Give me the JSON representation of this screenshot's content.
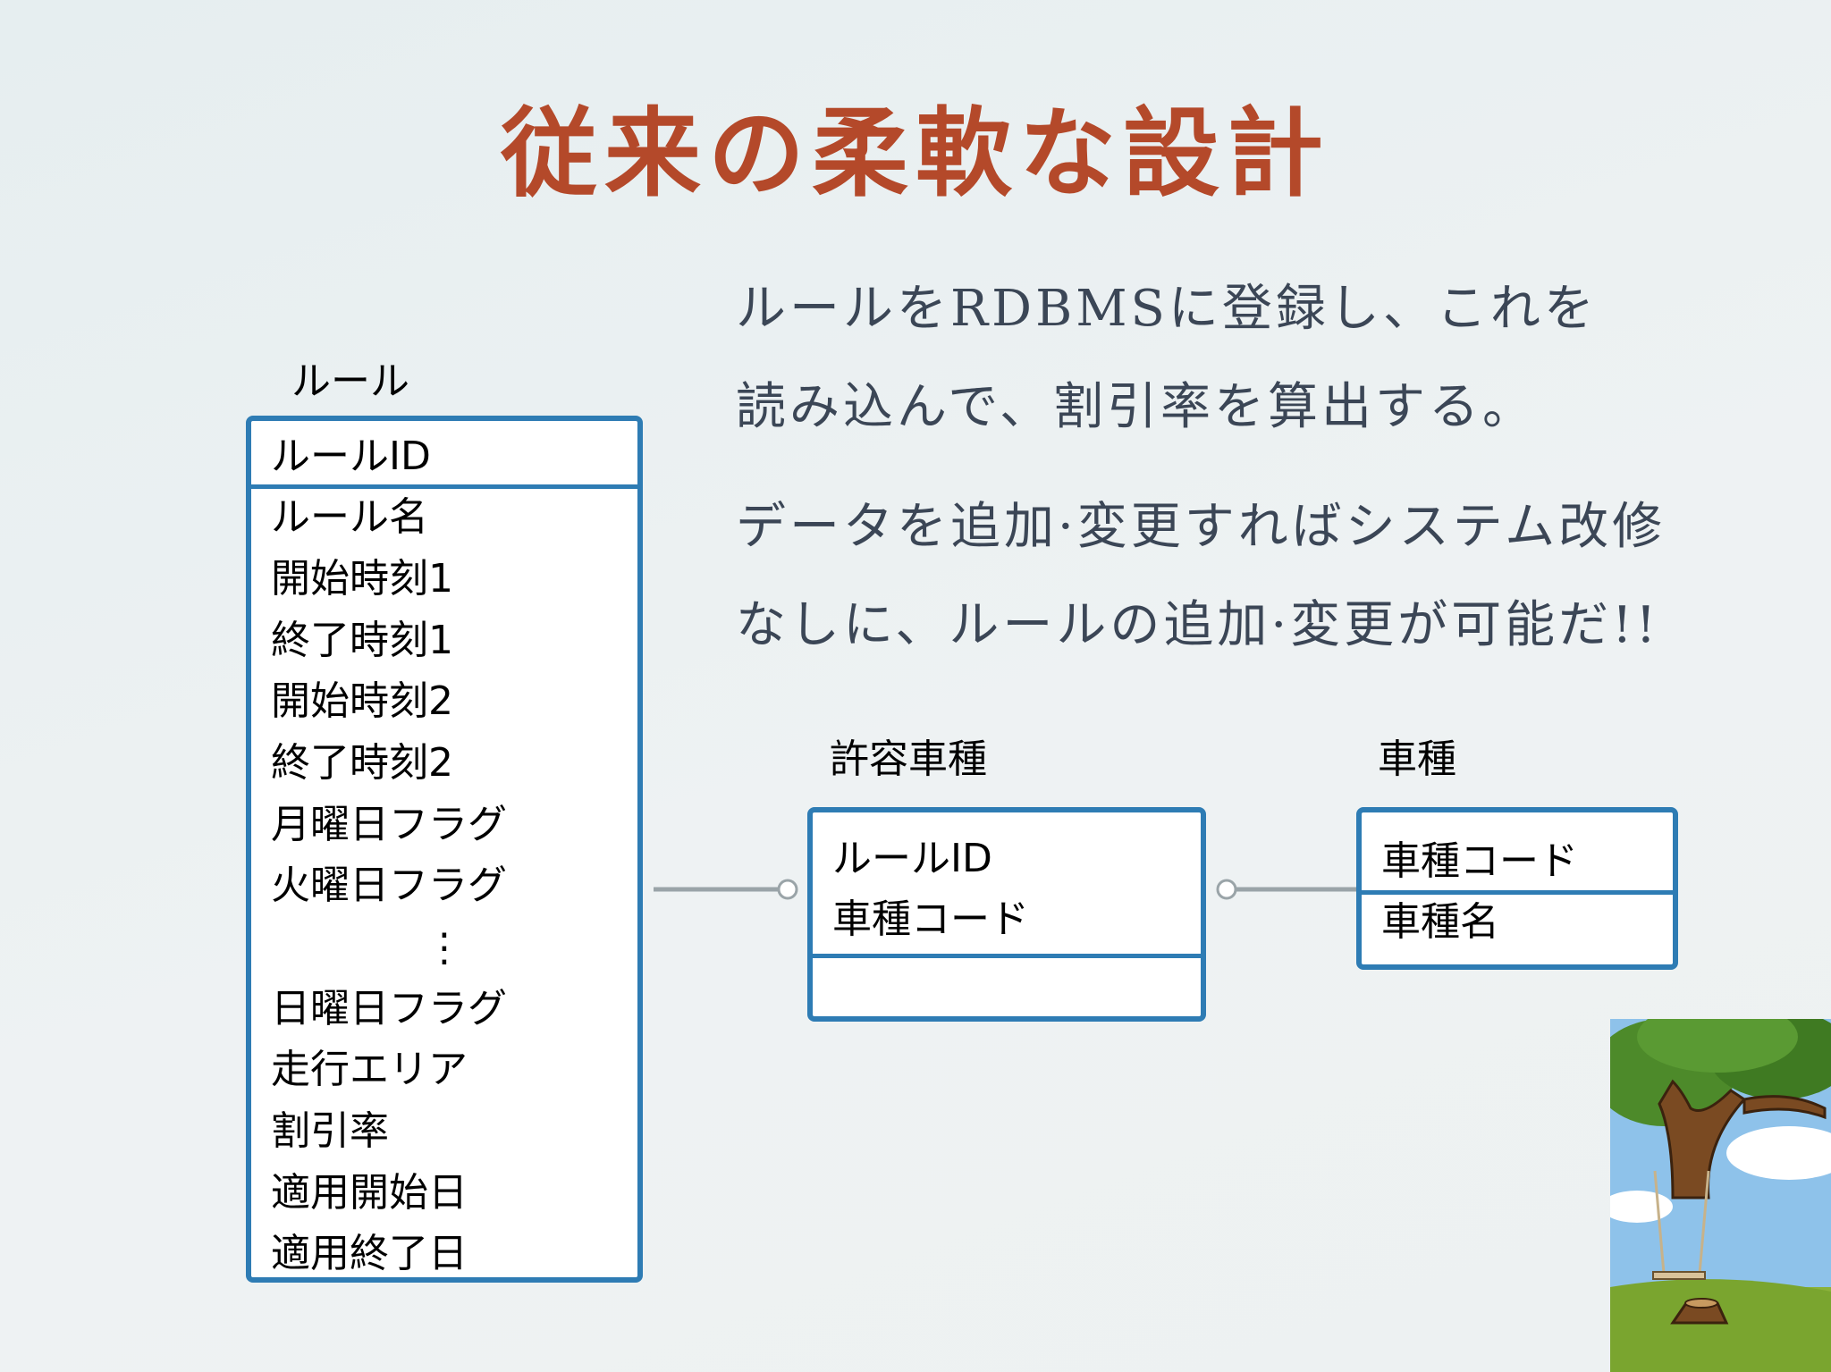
{
  "slide": {
    "title": "従来の柔軟な設計",
    "description": [
      "ルールをRDBMSに登録し、これを",
      "読み込んで、割引率を算出する。",
      "データを追加·変更すればシステム改修",
      "なしに、ルールの追加·変更が可能だ!!"
    ]
  },
  "entities": {
    "rule": {
      "label": "ルール",
      "key": "ルールID",
      "attributes": [
        "ルール名",
        "開始時刻1",
        "終了時刻1",
        "開始時刻2",
        "終了時刻2",
        "月曜日フラグ",
        "火曜日フラグ"
      ],
      "ellipsis": "⋮",
      "attributes_after": [
        "日曜日フラグ",
        "走行エリア",
        "割引率",
        "適用開始日",
        "適用終了日"
      ]
    },
    "allowed_vehicle": {
      "label": "許容車種",
      "keys": [
        "ルールID",
        "車種コード"
      ]
    },
    "vehicle": {
      "label": "車種",
      "key": "車種コード",
      "attributes": [
        "車種名"
      ]
    }
  },
  "colors": {
    "title": "#b4492a",
    "entity_border": "#2e7cb4",
    "connector": "#9aa4a8"
  },
  "icons": [
    "swing-tree-illustration"
  ]
}
